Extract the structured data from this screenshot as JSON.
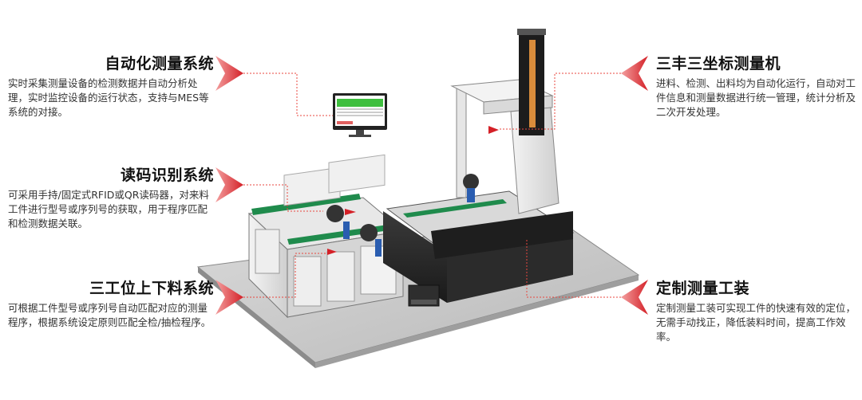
{
  "callouts": {
    "auto_measure": {
      "title": "自动化测量系统",
      "desc": "实时采集测量设备的检测数据并自动分析处理，实时监控设备的运行状态，支持与MES等系统的对接。"
    },
    "code_reading": {
      "title": "读码识别系统",
      "desc": "可采用手持/固定式RFID或QR读码器，对来料工件进行型号或序列号的获取，用于程序匹配和检测数据关联。"
    },
    "loading": {
      "title": "三工位上下料系统",
      "desc": "可根据工件型号或序列号自动匹配对应的测量程序，根据系统设定原则匹配全检/抽检程序。"
    },
    "cmm": {
      "title": "三丰三坐标测量机",
      "desc": "进料、检测、出料均为自动化运行，自动对工件信息和测量数据进行统一管理，统计分析及二次开发处理。"
    },
    "fixture": {
      "title": "定制测量工装",
      "desc": "定制测量工装可实现工件的快速有效的定位，无需手动找正，降低装料时间，提高工作效率。"
    }
  },
  "colors": {
    "accent_red": "#d42027",
    "leader_line": "#e8473f"
  }
}
